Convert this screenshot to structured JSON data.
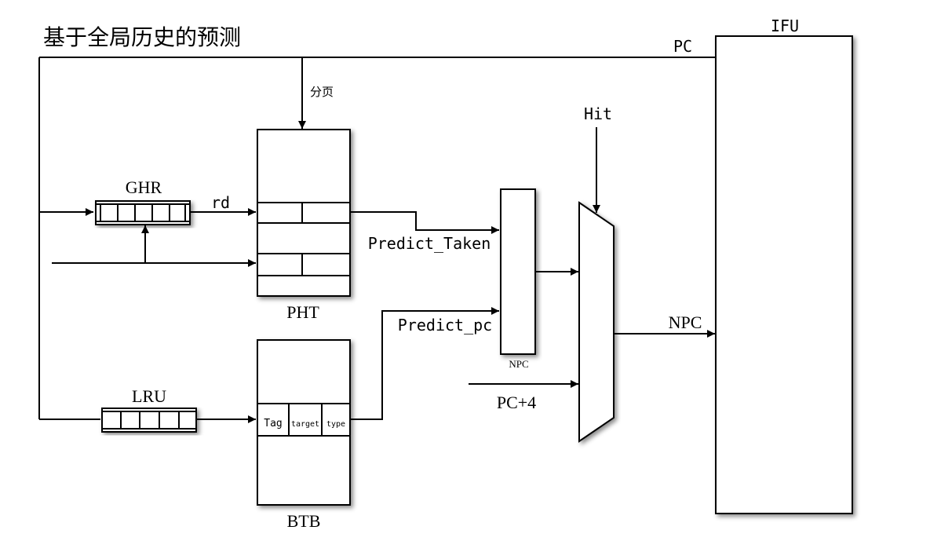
{
  "title": "基于全局历史的预测",
  "blocks": {
    "ifu": "IFU",
    "pht": "PHT",
    "btb": "BTB",
    "ghr": "GHR",
    "lru": "LRU",
    "npc_box": "NPC"
  },
  "signals": {
    "pc": "PC",
    "paging": "分页",
    "rd": "rd",
    "predict_taken": "Predict_Taken",
    "predict_pc": "Predict_pc",
    "hit": "Hit",
    "npc": "NPC",
    "pc_plus_4": "PC+4"
  },
  "btb_fields": {
    "tag": "Tag",
    "target": "target",
    "type": "type"
  }
}
